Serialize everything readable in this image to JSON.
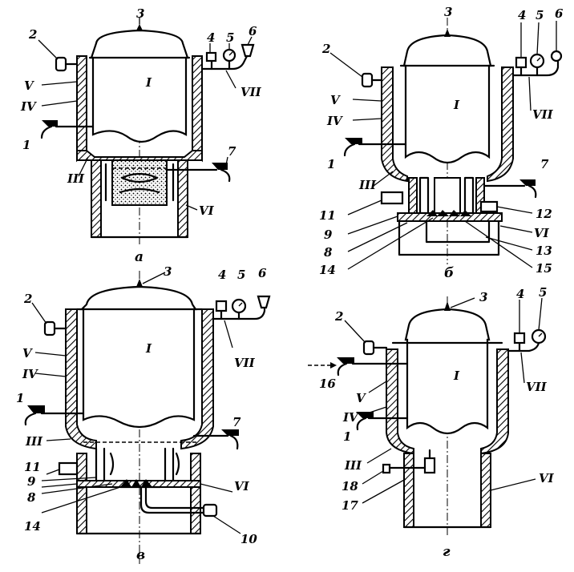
{
  "panels": [
    {
      "caption": "а",
      "labels": {
        "n1": "1",
        "n2": "2",
        "n3": "3",
        "n4": "4",
        "n5": "5",
        "n6": "6",
        "n7": "7",
        "r1": "I",
        "r3": "III",
        "r4": "IV",
        "r5": "V",
        "r6": "VI",
        "r7": "VII"
      }
    },
    {
      "caption": "б",
      "labels": {
        "n1": "1",
        "n2": "2",
        "n3": "3",
        "n4": "4",
        "n5": "5",
        "n6": "6",
        "n7": "7",
        "n8": "8",
        "n9": "9",
        "n11": "11",
        "n12": "12",
        "n13": "13",
        "n14": "14",
        "n15": "15",
        "r1": "I",
        "r3": "III",
        "r4": "IV",
        "r5": "V",
        "r6": "VI",
        "r7": "VII"
      }
    },
    {
      "caption": "в",
      "labels": {
        "n1": "1",
        "n2": "2",
        "n3": "3",
        "n4": "4",
        "n5": "5",
        "n6": "6",
        "n7": "7",
        "n8": "8",
        "n9": "9",
        "n10": "10",
        "n11": "11",
        "n14": "14",
        "r1": "I",
        "r3": "III",
        "r4": "IV",
        "r5": "V",
        "r6": "VI",
        "r7": "VII"
      }
    },
    {
      "caption": "г",
      "labels": {
        "n1": "1",
        "n2": "2",
        "n3": "3",
        "n4": "4",
        "n5": "5",
        "n16": "16",
        "n17": "17",
        "n18": "18",
        "r1": "I",
        "r3": "III",
        "r4": "IV",
        "r5": "V",
        "r6": "VI",
        "r7": "VII"
      }
    }
  ]
}
